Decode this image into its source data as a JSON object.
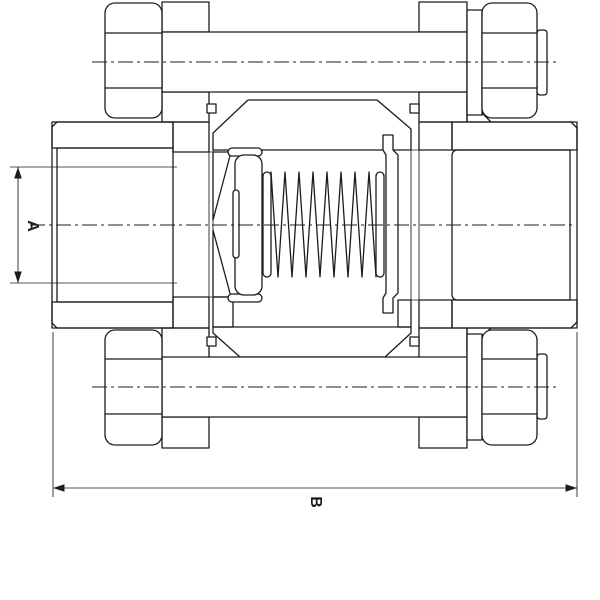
{
  "page": {
    "background": "#ffffff",
    "line_color": "#1c1c1c"
  },
  "drawing": {
    "type": "technical-section-drawing",
    "subject": "spring check valve cross-section",
    "dimensions": {
      "a": {
        "label": "A",
        "orientation": "vertical"
      },
      "b": {
        "label": "B",
        "orientation": "horizontal"
      }
    }
  }
}
